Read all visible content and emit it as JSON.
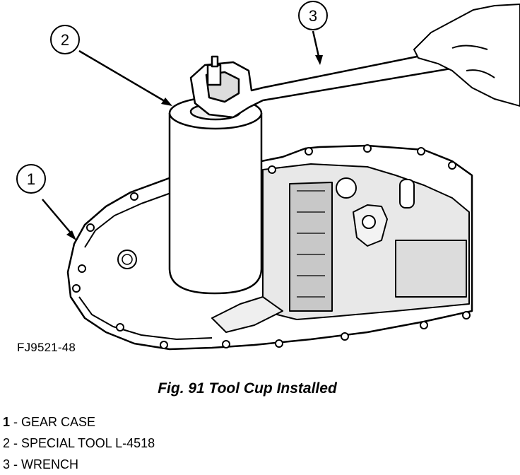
{
  "figure": {
    "code": "FJ9521-48",
    "caption": "Fig. 91 Tool Cup Installed",
    "callouts": [
      {
        "number": "1",
        "label": "GEAR CASE"
      },
      {
        "number": "2",
        "label": "SPECIAL TOOL L-4518"
      },
      {
        "number": "3",
        "label": "WRENCH"
      }
    ]
  },
  "legend": [
    {
      "number": "1",
      "sep": " - ",
      "label": "GEAR CASE"
    },
    {
      "number": "2",
      "sep": " - ",
      "label": "SPECIAL TOOL L-4518"
    },
    {
      "number": "3",
      "sep": " - ",
      "label": "WRENCH"
    }
  ]
}
